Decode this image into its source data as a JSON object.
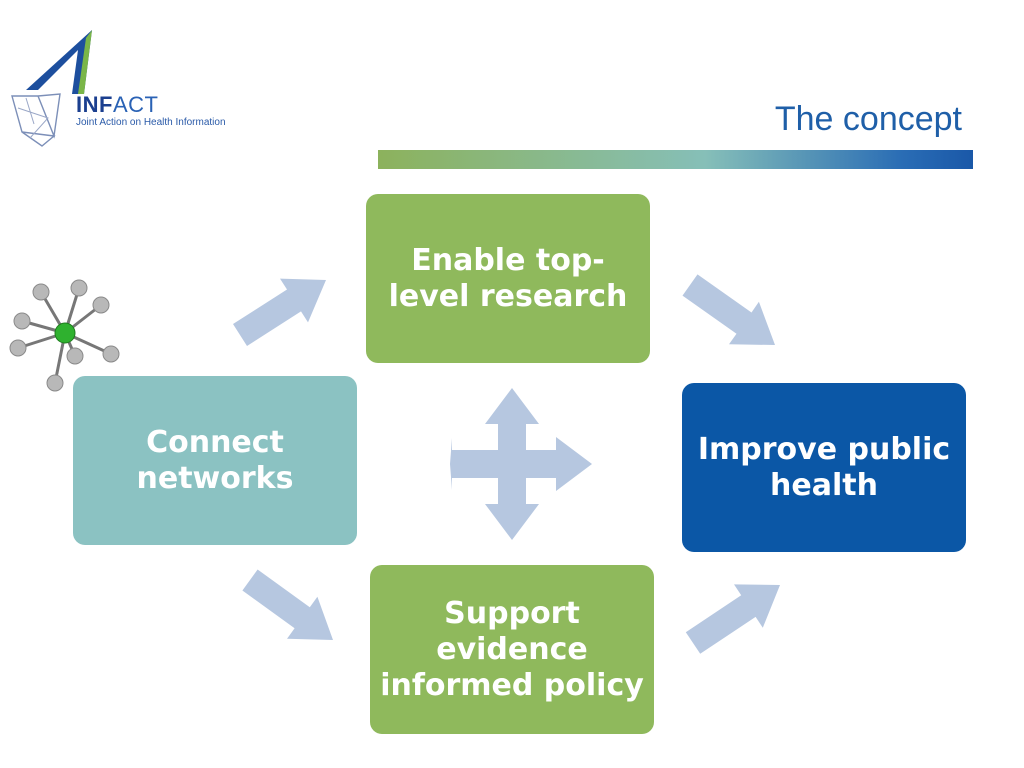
{
  "header": {
    "logo_bold": "INF",
    "logo_light": "ACT",
    "logo_tagline": "Joint Action on Health Information",
    "title": "The concept"
  },
  "nodes": [
    {
      "id": "research",
      "label": "Enable top-\nlevel research",
      "color": "#8fb95c"
    },
    {
      "id": "connect",
      "label": "Connect\nnetworks",
      "color": "#8bc2c2"
    },
    {
      "id": "health",
      "label": "Improve public\nhealth",
      "color": "#0b57a6"
    },
    {
      "id": "policy",
      "label": "Support\nevidence\ninformed policy",
      "color": "#8fb95c"
    }
  ],
  "colors": {
    "arrow": "#b6c7e0",
    "molecule_center": "#2fb12f",
    "molecule_atom": "#b8b8b8"
  },
  "icons": {
    "logo": "infact-logo-icon",
    "molecule": "molecule-icon"
  }
}
